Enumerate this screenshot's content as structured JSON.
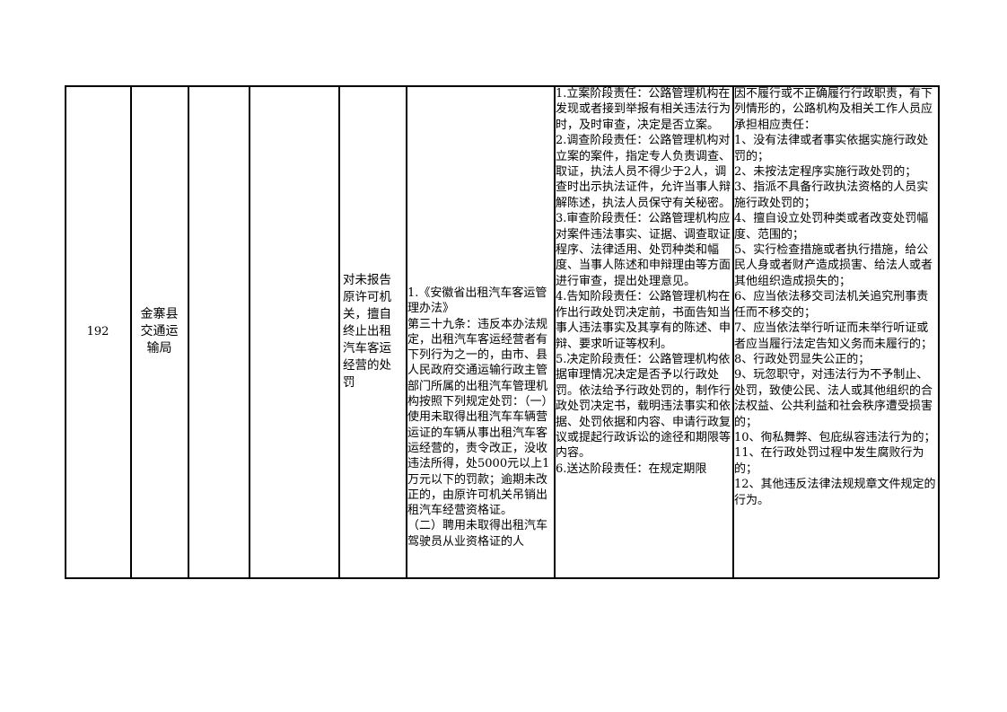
{
  "row": {
    "seq": "192",
    "department": "金寨县\n交通运\n输局",
    "item_name": "对未报告\n原许可机\n关，擅自\n终止出租\n汽车客运\n经营的处\n罚",
    "basis": "1.《安徽省出租汽车客运管理办法》\n第三十九条：违反本办法规定，出租汽车客运经营者有下列行为之一的，由市、县人民政府交通运输行政主管部门所属的出租汽车管理机构按照下列规定处罚：（一）使用未取得出租汽车车辆营运证的车辆从事出租汽车客运经营的，责令改正，没收违法所得，处5000元以上1万元以下的罚款；逾期未改正的，由原许可机关吊销出租汽车经营资格证。\n（二）聘用未取得出租汽车驾驶员从业资格证的人",
    "responsibilities": [
      "1.立案阶段责任：公路管理机构在发现或者接到举报有相关违法行为时，及时审查，决定是否立案。",
      "2.调查阶段责任：公路管理机构对立案的案件，指定专人负责调查、取证，执法人员不得少于2人，调查时出示执法证件，允许当事人辩解陈述，执法人员保守有关秘密。",
      "3.审查阶段责任：公路管理机构应对案件违法事实、证据、调查取证程序、法律适用、处罚种类和幅度、当事人陈述和申辩理由等方面进行审查，提出处理意见。",
      "4.告知阶段责任：公路管理机构在作出行政处罚决定前，书面告知当事人违法事实及其享有的陈述、申辩、要求听证等权利。",
      "5.决定阶段责任：公路管理机构依据审理情况决定是否予以行政处罚。依法给予行政处罚的，制作行政处罚决定书，载明违法事实和依据、处罚依据和内容、申请行政复议或提起行政诉讼的途径和期限等内容。",
      "6.送达阶段责任：在规定期限"
    ],
    "accountability": [
      "因不履行或不正确履行行政职责，有下列情形的，公路机构及相关工作人员应承担相应责任：",
      "1、没有法律或者事实依据实施行政处罚的；",
      "2、未按法定程序实施行政处罚的；",
      "3、指派不具备行政执法资格的人员实施行政处罚的；",
      "4、擅自设立处罚种类或者改变处罚幅度、范围的；",
      "5、实行检查措施或者执行措施，给公民人身或者财产造成损害、给法人或者其他组织造成损失的；",
      "6、应当依法移交司法机关追究刑事责任而不移交的；",
      "7、应当依法举行听证而未举行听证或者应当履行法定告知义务而未履行的；",
      "8、行政处罚显失公正的；",
      "9、玩忽职守，对违法行为不予制止、处罚，致使公民、法人或其他组织的合法权益、公共利益和社会秩序遭受损害的；",
      "10、徇私舞弊、包庇纵容违法行为的；",
      "11、在行政处罚过程中发生腐败行为的；",
      "12、其他违反法律法规规章文件规定的行为。"
    ]
  }
}
